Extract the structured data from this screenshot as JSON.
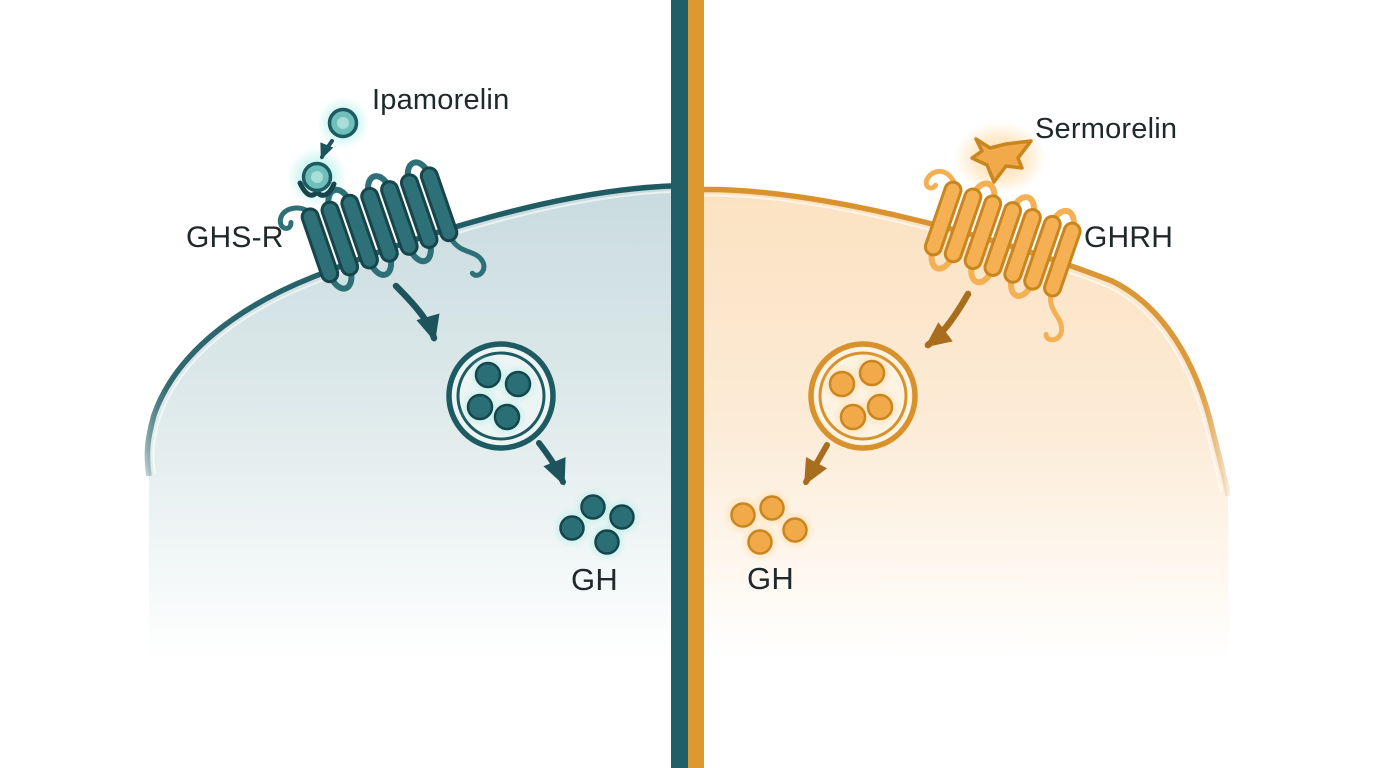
{
  "diagram": {
    "kind": "side-by-side cell signaling comparison",
    "left_panel": {
      "ligand_label": "Ipamorelin",
      "receptor_label": "GHS-R",
      "hormone_label": "GH",
      "vesicle_dot_count": 4,
      "released_dot_count": 4
    },
    "right_panel": {
      "ligand_label": "Sermorelin",
      "receptor_label": "GHRH",
      "hormone_label": "GH",
      "vesicle_dot_count": 4,
      "released_dot_count": 4
    },
    "icons": {
      "ipamorelin-ligand-icon": "small teal sphere with cyan glow",
      "ghsr-receptor-icon": "7-helix GPCR receptor, teal",
      "sermorelin-peptide-icon": "orange star-shaped peptide with glow",
      "ghrh-receptor-icon": "7-helix GPCR receptor, orange",
      "vesicle-icon": "double-ring circle holding 4 dots",
      "gh-dots-icon": "cluster of 4 glowing hormone dots",
      "signal-arrow-icon": "curved tapered arrow",
      "cell-membrane": "large fading ellipse arc",
      "divider": "vertical two-tone bar"
    }
  },
  "theme": {
    "teal_dark": "#1d5a62",
    "teal_fill": "#2e7077",
    "teal_stroke": "#16454b",
    "teal_ligand": "#6fc0ba",
    "teal_glow": "#aef0e9",
    "teal_cell_top": "#c9dbdf",
    "teal_arrow": "#1d545c",
    "teal_dot": "#2a6f75",
    "orange_dark": "#c9861f",
    "orange_fill": "#f5b054",
    "orange_membrane": "#d9912c",
    "orange_arrow": "#a86d1d",
    "orange_glow": "#ffd9a0",
    "orange_cell_top": "#fbe2c1",
    "orange_dot": "#f2a94a",
    "divider_teal": "#205f68",
    "divider_orange": "#dd9831",
    "text_color": "#20282a",
    "background": "#ffffff"
  }
}
